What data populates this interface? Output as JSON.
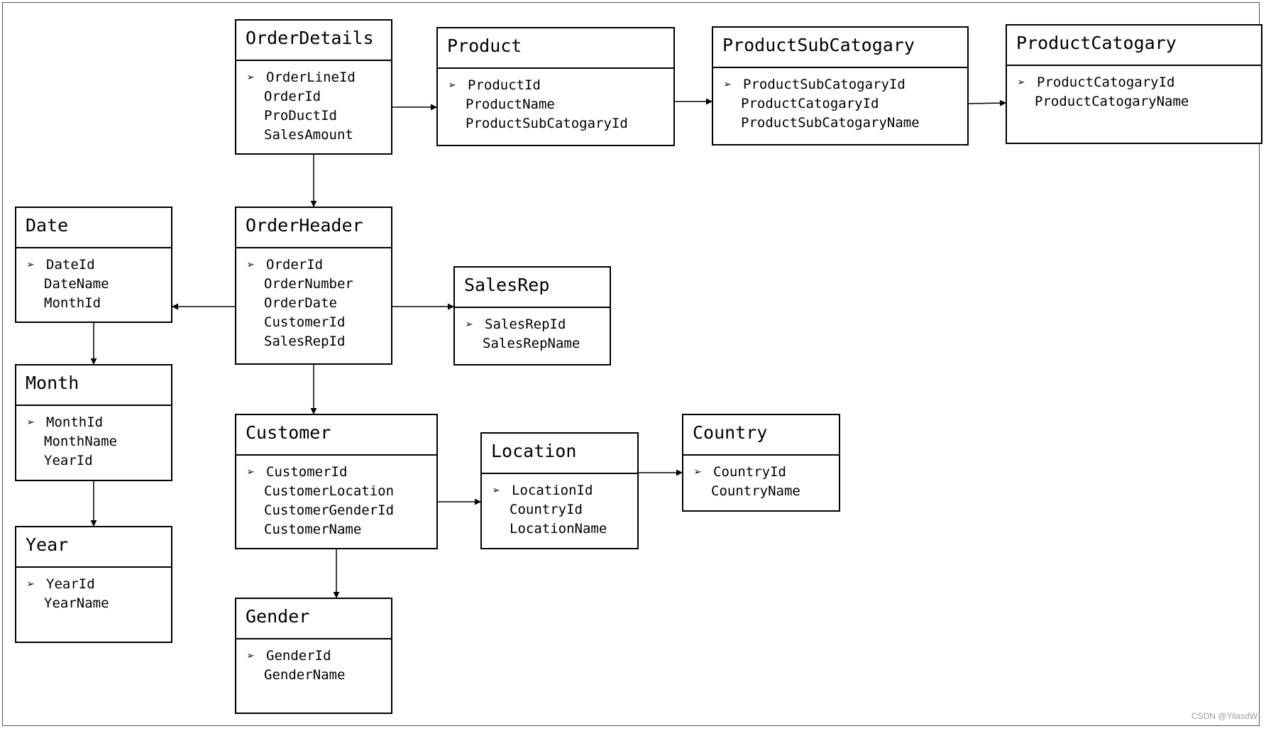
{
  "diagram": {
    "watermark": "CSDN @YilasdW",
    "line_color": "#000000",
    "entities": [
      {
        "id": "order-details",
        "title": "OrderDetails",
        "fields": [
          "OrderLineId",
          "OrderId",
          "ProDuctId",
          "SalesAmount"
        ]
      },
      {
        "id": "product",
        "title": "Product",
        "fields": [
          "ProductId",
          "ProductName",
          "ProductSubCatogaryId"
        ]
      },
      {
        "id": "product-sub-catogary",
        "title": "ProductSubCatogary",
        "fields": [
          "ProductSubCatogaryId",
          "ProductCatogaryId",
          "ProductSubCatogaryName"
        ]
      },
      {
        "id": "product-catogary",
        "title": "ProductCatogary",
        "fields": [
          "ProductCatogaryId",
          "ProductCatogaryName"
        ]
      },
      {
        "id": "date",
        "title": "Date",
        "fields": [
          "DateId",
          "DateName",
          "MonthId"
        ]
      },
      {
        "id": "order-header",
        "title": "OrderHeader",
        "fields": [
          "OrderId",
          "OrderNumber",
          "OrderDate",
          "CustomerId",
          "SalesRepId"
        ]
      },
      {
        "id": "sales-rep",
        "title": "SalesRep",
        "fields": [
          "SalesRepId",
          "SalesRepName"
        ]
      },
      {
        "id": "month",
        "title": "Month",
        "fields": [
          "MonthId",
          "MonthName",
          "YearId"
        ]
      },
      {
        "id": "customer",
        "title": "Customer",
        "fields": [
          "CustomerId",
          "CustomerLocation",
          "CustomerGenderId",
          "CustomerName"
        ]
      },
      {
        "id": "location",
        "title": "Location",
        "fields": [
          "LocationId",
          "CountryId",
          "LocationName"
        ]
      },
      {
        "id": "country",
        "title": "Country",
        "fields": [
          "CountryId",
          "CountryName"
        ]
      },
      {
        "id": "year",
        "title": "Year",
        "fields": [
          "YearId",
          "YearName"
        ]
      },
      {
        "id": "gender",
        "title": "Gender",
        "fields": [
          "GenderId",
          "GenderName"
        ]
      }
    ],
    "relations": [
      {
        "from": "order-details",
        "to": "product"
      },
      {
        "from": "product",
        "to": "product-sub-catogary"
      },
      {
        "from": "product-sub-catogary",
        "to": "product-catogary"
      },
      {
        "from": "order-details",
        "to": "order-header"
      },
      {
        "from": "order-header",
        "to": "date"
      },
      {
        "from": "order-header",
        "to": "sales-rep"
      },
      {
        "from": "order-header",
        "to": "customer"
      },
      {
        "from": "date",
        "to": "month"
      },
      {
        "from": "month",
        "to": "year"
      },
      {
        "from": "customer",
        "to": "location"
      },
      {
        "from": "location",
        "to": "country"
      },
      {
        "from": "customer",
        "to": "gender"
      }
    ]
  }
}
